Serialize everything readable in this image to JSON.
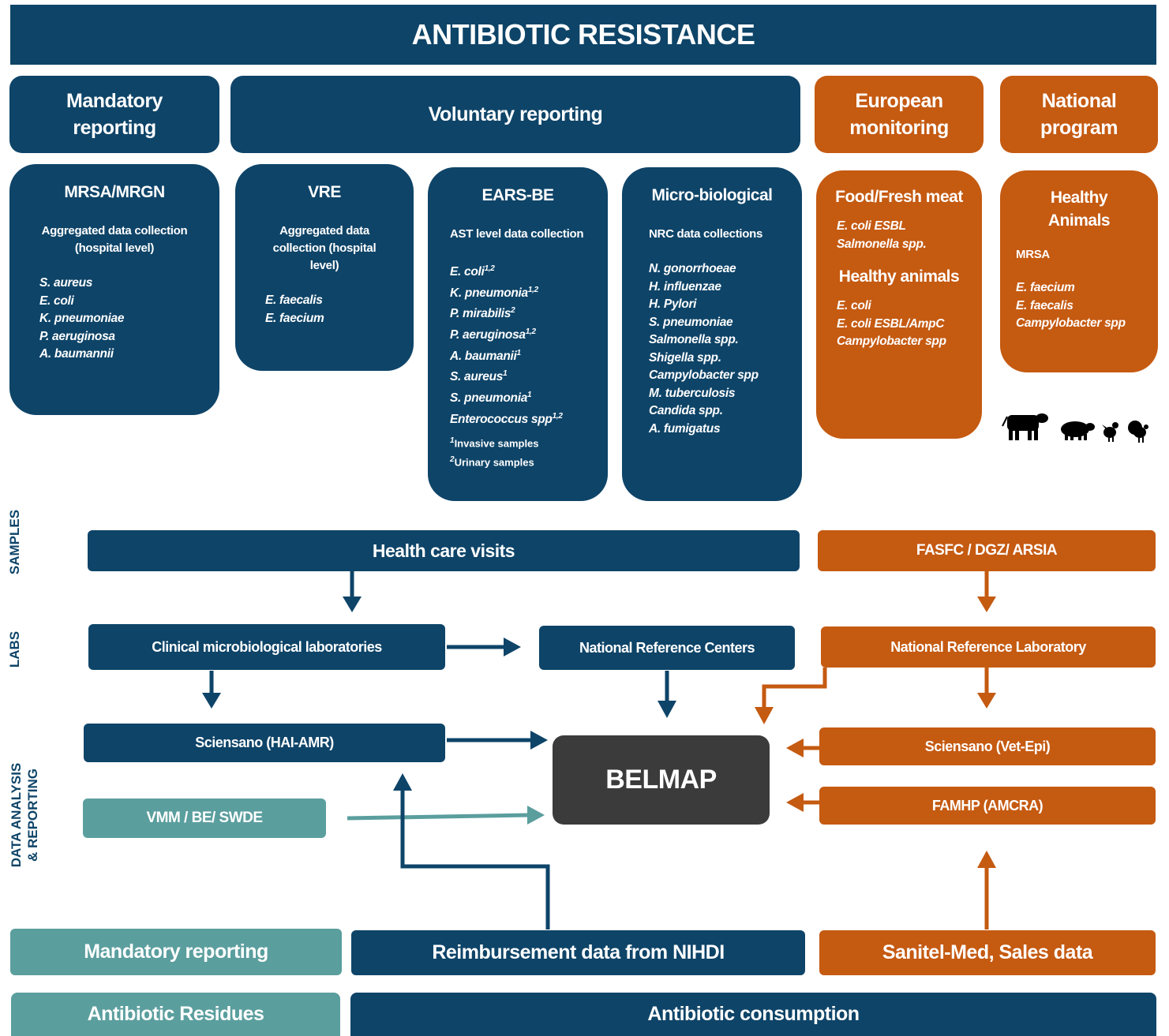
{
  "title": "ANTIBIOTIC RESISTANCE",
  "headers": {
    "mandatory": "Mandatory reporting",
    "voluntary": "Voluntary reporting",
    "european": "European monitoring",
    "national": "National program"
  },
  "cards": {
    "mrsa": {
      "title": "MRSA/MRGN",
      "subtitle": "Aggregated data collection (hospital level)",
      "items": [
        "S. aureus",
        "E. coli",
        "K. pneumoniae",
        "P. aeruginosa",
        "A. baumannii"
      ]
    },
    "vre": {
      "title": "VRE",
      "subtitle": "Aggregated data collection (hospital level)",
      "items": [
        "E. faecalis",
        "E. faecium"
      ]
    },
    "ears": {
      "title": "EARS-BE",
      "subtitle": "AST level data collection",
      "items": [
        {
          "name": "E. coli",
          "sup": "1,2"
        },
        {
          "name": "K. pneumonia",
          "sup": "1,2"
        },
        {
          "name": "P. mirabilis",
          "sup": "2"
        },
        {
          "name": "P. aeruginosa",
          "sup": "1,2"
        },
        {
          "name": "A. baumanii",
          "sup": "1"
        },
        {
          "name": "S. aureus",
          "sup": "1"
        },
        {
          "name": "S. pneumonia",
          "sup": "1"
        },
        {
          "name": "Enterococcus spp",
          "sup": "1,2"
        }
      ],
      "notes": [
        {
          "sup": "1",
          "text": "Invasive samples"
        },
        {
          "sup": "2",
          "text": "Urinary samples"
        }
      ]
    },
    "micro": {
      "title": "Micro-biological",
      "subtitle": "NRC data collections",
      "items": [
        "N. gonorrhoeae",
        "H. influenzae",
        "H. Pylori",
        "S. pneumoniae",
        "Salmonella spp.",
        "Shigella spp.",
        "Campylobacter spp",
        "M. tuberculosis",
        "Candida spp.",
        "A. fumigatus"
      ]
    },
    "food": {
      "title": "Food/Fresh meat",
      "items": [
        "E. coli ESBL",
        "Salmonella spp."
      ],
      "title2": "Healthy animals",
      "items2": [
        "E. coli",
        "E. coli ESBL/AmpC",
        "Campylobacter spp"
      ]
    },
    "healthy": {
      "title": "Healthy Animals",
      "subtitle": "MRSA",
      "items": [
        "E. faecium",
        "E. faecalis",
        "Campylobacter spp"
      ]
    }
  },
  "side_labels": {
    "samples": "SAMPLES",
    "labs": "LABS",
    "data1": "DATA ANALYSIS",
    "data2": "& REPORTING"
  },
  "flow": {
    "health_care": "Health care visits",
    "fasfc": "FASFC / DGZ/ ARSIA",
    "clinical": "Clinical microbiological laboratories",
    "nrc": "National Reference Centers",
    "nrl": "National Reference Laboratory",
    "sciensano_hai": "Sciensano (HAI-AMR)",
    "belmap": "BELMAP",
    "sciensano_vet": "Sciensano (Vet-Epi)",
    "vmm": "VMM / BE/  SWDE",
    "famhp": "FAMHP (AMCRA)"
  },
  "footer": {
    "mandatory": "Mandatory reporting",
    "reimbursement": "Reimbursement data from NIHDI",
    "sanitel": "Sanitel-Med, Sales data",
    "residues": "Antibiotic Residues",
    "consumption": "Antibiotic consumption"
  },
  "colors": {
    "navy": "#0e4468",
    "orange": "#c55a11",
    "teal": "#5b9e9e",
    "dark": "#3b3b3b"
  },
  "icons": [
    "cow-icon",
    "pig-icon",
    "chicken-icon",
    "turkey-icon"
  ]
}
